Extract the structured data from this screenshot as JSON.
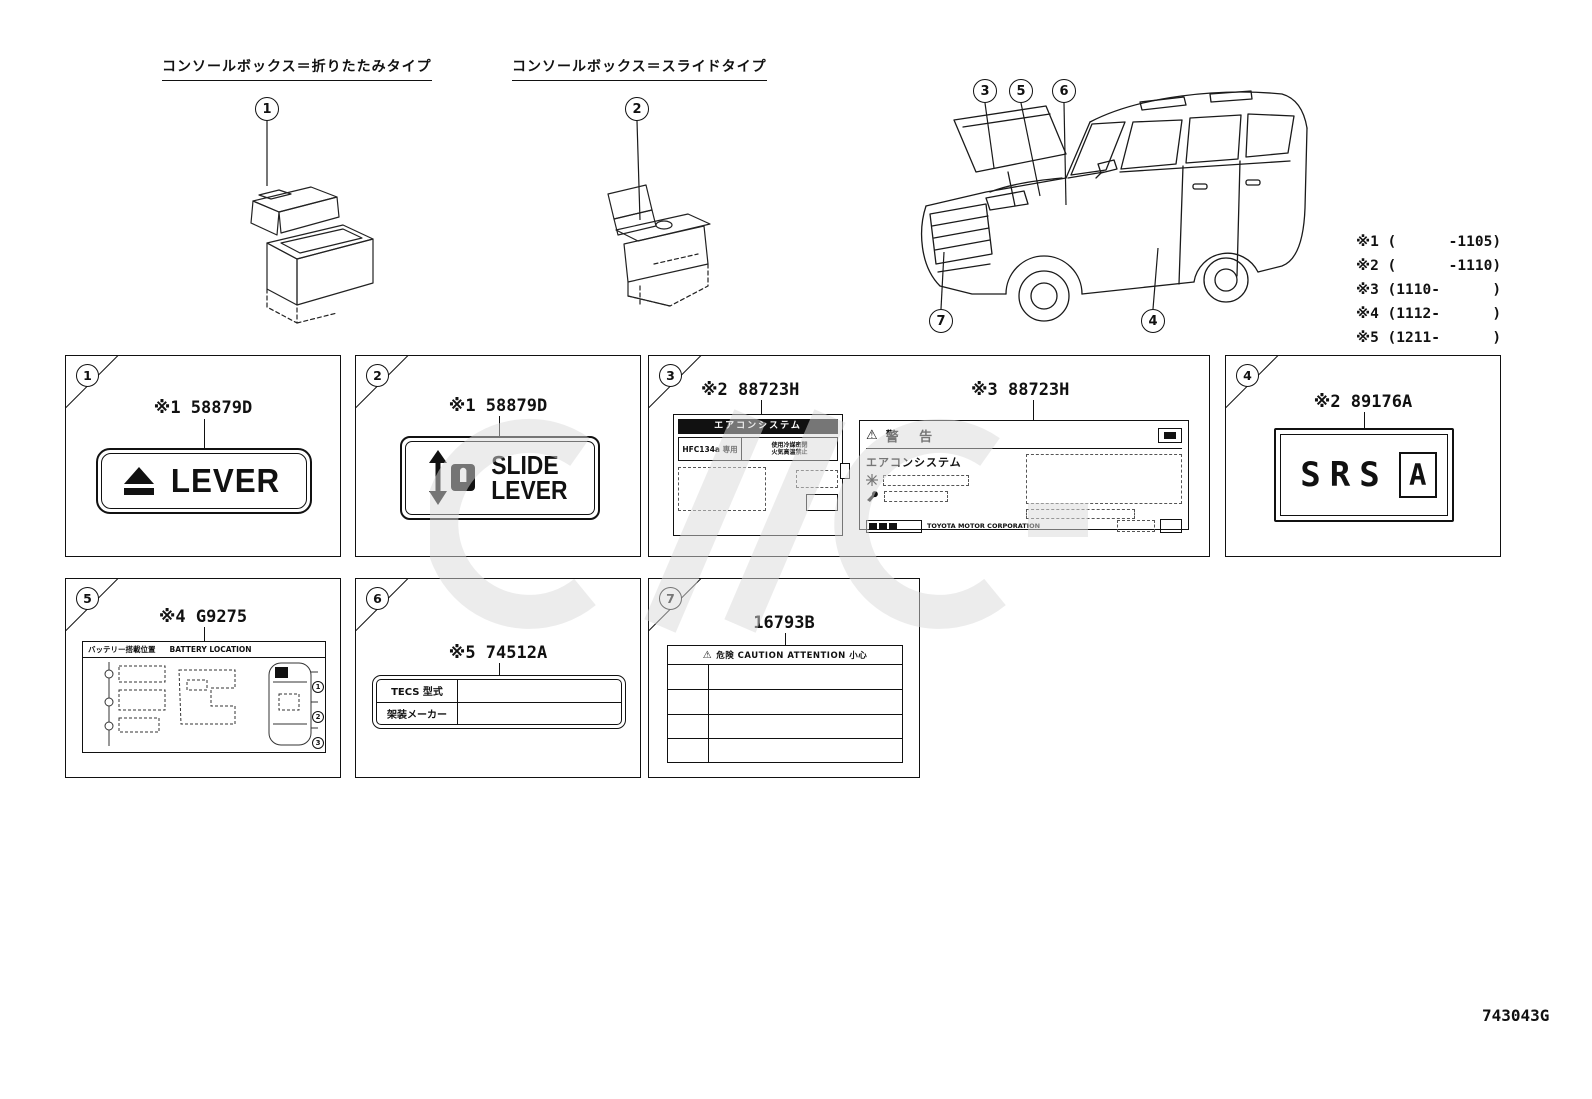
{
  "page": {
    "footer_code": "743043G"
  },
  "headings": {
    "folding": "コンソールボックス＝折りたたみタイプ",
    "slide": "コンソールボックス＝スライドタイプ"
  },
  "notes": [
    {
      "text": "※1 (      -1105)"
    },
    {
      "text": "※2 (      -1110)"
    },
    {
      "text": "※3 (1110-      )"
    },
    {
      "text": "※4 (1112-      )"
    },
    {
      "text": "※5 (1211-      )"
    }
  ],
  "callouts": {
    "n1": "1",
    "n2": "2",
    "n3": "3",
    "n4": "4",
    "n5": "5",
    "n6": "6",
    "n7": "7"
  },
  "box1": {
    "num": "1",
    "part": "※1 58879D",
    "label": "LEVER"
  },
  "box2": {
    "num": "2",
    "part": "※1 58879D",
    "line1": "SLIDE",
    "line2": "LEVER"
  },
  "box3": {
    "num": "3",
    "part_left": "※2 88723H",
    "part_right": "※3 88723H",
    "ac": {
      "title": "エアコンシステム",
      "cell1": "HFC134a 専用",
      "cell2a": "使用冷媒密閉",
      "cell2b": "火気高温禁止"
    },
    "warn": {
      "mark": "⚠",
      "title": "警 告",
      "system": "エアコンシステム",
      "corp": "TOYOTA MOTOR CORPORATION"
    }
  },
  "box4": {
    "num": "4",
    "part": "※2 89176A",
    "srs": "SRS",
    "a": "A"
  },
  "box5": {
    "num": "5",
    "part": "※4 G9275",
    "jp": "バッテリー搭載位置",
    "en": "BATTERY LOCATION",
    "m1": "1",
    "m2": "2",
    "m3": "3"
  },
  "box6": {
    "num": "6",
    "part": "※5 74512A",
    "row1": "TECS 型式",
    "row2": "架装メーカー"
  },
  "box7": {
    "num": "7",
    "part": "16793B",
    "warn_mark": "⚠",
    "header": "危険 CAUTION ATTENTION 小心"
  }
}
